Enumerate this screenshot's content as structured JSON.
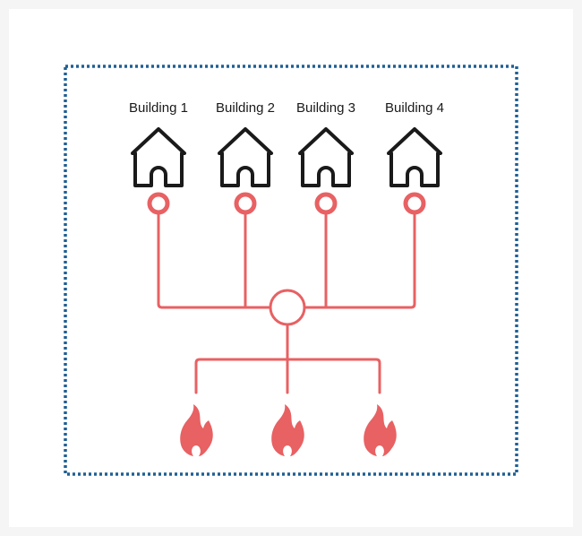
{
  "diagram": {
    "buildings": [
      {
        "label": "Building 1"
      },
      {
        "label": "Building 2"
      },
      {
        "label": "Building 3"
      },
      {
        "label": "Building 4"
      }
    ],
    "heat_source_count": 3,
    "colors": {
      "pipe": "#e86163",
      "house_stroke": "#1a1a1a",
      "frame_dots": "#1f5f94",
      "page_background": "#f5f5f5",
      "panel_background": "#ffffff"
    },
    "icons": {
      "building": "house-icon",
      "connection": "connection-node-icon",
      "hub": "central-hub-icon",
      "source": "flame-icon"
    }
  }
}
